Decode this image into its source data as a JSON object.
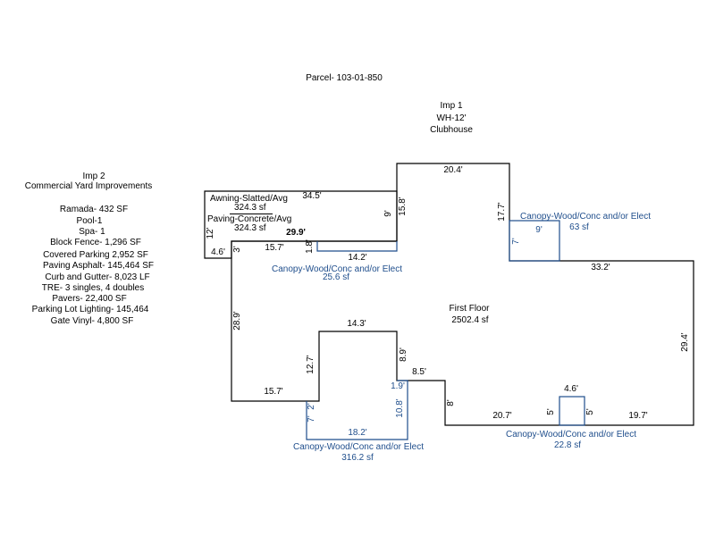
{
  "parcel": "Parcel- 103-01-850",
  "imp1": {
    "title": "Imp 1",
    "wall_height": "WH-12'",
    "use": "Clubhouse"
  },
  "imp2": {
    "title": "Imp 2",
    "subtitle": "Commercial Yard Improvements",
    "items": [
      "Ramada- 432 SF",
      "Pool-1",
      "Spa- 1",
      "Block Fence- 1,296    SF",
      "Covered Parking 2,952 SF",
      "Paving Asphalt-  145,464  SF",
      "Curb and Gutter-  8,023  LF",
      "TRE- 3 singles, 4 doubles",
      "Pavers- 22,400   SF",
      "Parking Lot Lighting- 145,464",
      "Gate Vinyl- 4,800 SF"
    ]
  },
  "areas": {
    "awning_label": "Awning-Slatted/Avg",
    "awning_sf": "324.3 sf",
    "paving_label": "Paving-Concrete/Avg",
    "paving_sf": "324.3 sf",
    "first_floor_label": "First Floor",
    "first_floor_sf": "2502.4 sf"
  },
  "canopies": {
    "top_right": {
      "label": "Canopy-Wood/Conc and/or Elect",
      "sf": "63 sf"
    },
    "left_small": {
      "label": "Canopy-Wood/Conc and/or Elect",
      "sf": "25.6 sf"
    },
    "bottom_left": {
      "label": "Canopy-Wood/Conc and/or Elect",
      "sf": "316.2 sf"
    },
    "bottom_right": {
      "label": "Canopy-Wood/Conc and/or Elect",
      "sf": "22.8 sf"
    }
  },
  "dims": {
    "top_20_4": "20.4'",
    "top_34_5": "34.5'",
    "d_15_8": "15.8'",
    "d_9": "9'",
    "d_17_7": "17.7'",
    "d_12": "12'",
    "d_29_9": "29.9'",
    "d_15_7_top": "15.7'",
    "d_1_8": "1.8'",
    "d_14_2": "14.2'",
    "d_4_6_left": "4.6'",
    "d_3": "3'",
    "canopy_9": "9'",
    "canopy_7": "7'",
    "d_33_2": "33.2'",
    "d_28_9": "28.9'",
    "d_29_4": "29.4'",
    "d_14_3": "14.3'",
    "d_12_7": "12.7'",
    "d_8_9": "8.9'",
    "d_8_5": "8.5'",
    "d_1_9": "1.9'",
    "d_15_7_bottom": "15.7'",
    "d_2": "2'",
    "d_7": "7'",
    "d_10_8": "10.8'",
    "d_18_2": "18.2'",
    "d_8": "8'",
    "d_20_7": "20.7'",
    "d_4_6_top": "4.6'",
    "d_5_left": "5'",
    "d_5_right": "5'",
    "d_19_7": "19.7'"
  },
  "colors": {
    "building_line": "#000000",
    "canopy_line": "#1f4e8c"
  }
}
